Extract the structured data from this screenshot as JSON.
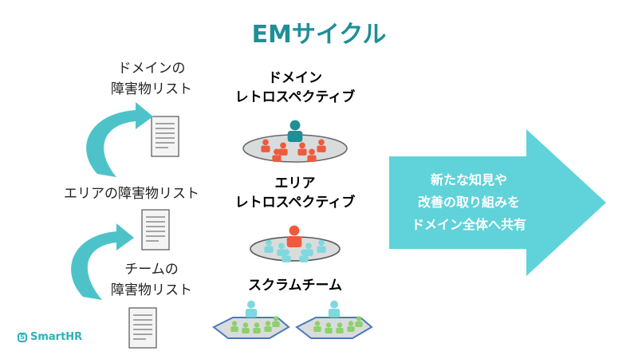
{
  "title": "EMサイクル",
  "left_labels": {
    "domain_list": [
      "ドメインの",
      "障害物リスト"
    ],
    "area_list": "エリアの障害物リスト",
    "team_list": [
      "チームの",
      "障害物リスト"
    ]
  },
  "center_labels": {
    "domain_retro": [
      "ドメイン",
      "レトロスペクティブ"
    ],
    "area_retro": [
      "エリア",
      "レトロスペクティブ"
    ],
    "scrum_team": "スクラムチーム"
  },
  "big_arrow": {
    "lines": [
      "新たな知見や",
      "改善の取り組みを",
      "ドメイン全体へ共有"
    ]
  },
  "logo": {
    "text": "SmartHR"
  },
  "colors": {
    "title": "#1f8f96",
    "arrow": "#5fd3d9",
    "curved_arrow": "#4dc3c9",
    "domain_leader": "#1f8f96",
    "domain_members": "#f05a3c",
    "area_leader": "#f05a3c",
    "area_members": "#7fd8df",
    "team_leader": "#7fd8df",
    "team_members": "#8cd16b"
  }
}
